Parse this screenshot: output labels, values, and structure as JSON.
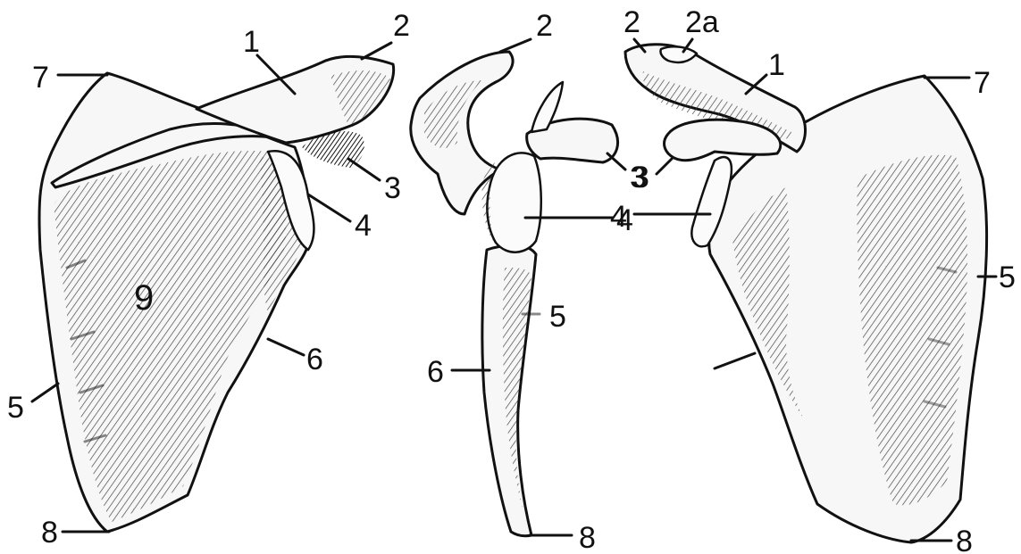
{
  "labels": {
    "left": {
      "n1": "1",
      "n2": "2",
      "n3": "3",
      "n4": "4",
      "n5": "5",
      "n6": "6",
      "n7": "7",
      "n8": "8",
      "n9": "9"
    },
    "middle": {
      "n2": "2",
      "n3": "3",
      "n4": "4",
      "n5": "5",
      "n6": "6",
      "n8": "8"
    },
    "right": {
      "n1": "1",
      "n2": "2",
      "n2a": "2a",
      "n3": "3",
      "n4": "4",
      "n5": "5",
      "n7": "7",
      "n8": "8"
    }
  },
  "colors": {
    "ink": "#111111",
    "bone": "#f7f7f7",
    "background": "#ffffff"
  }
}
